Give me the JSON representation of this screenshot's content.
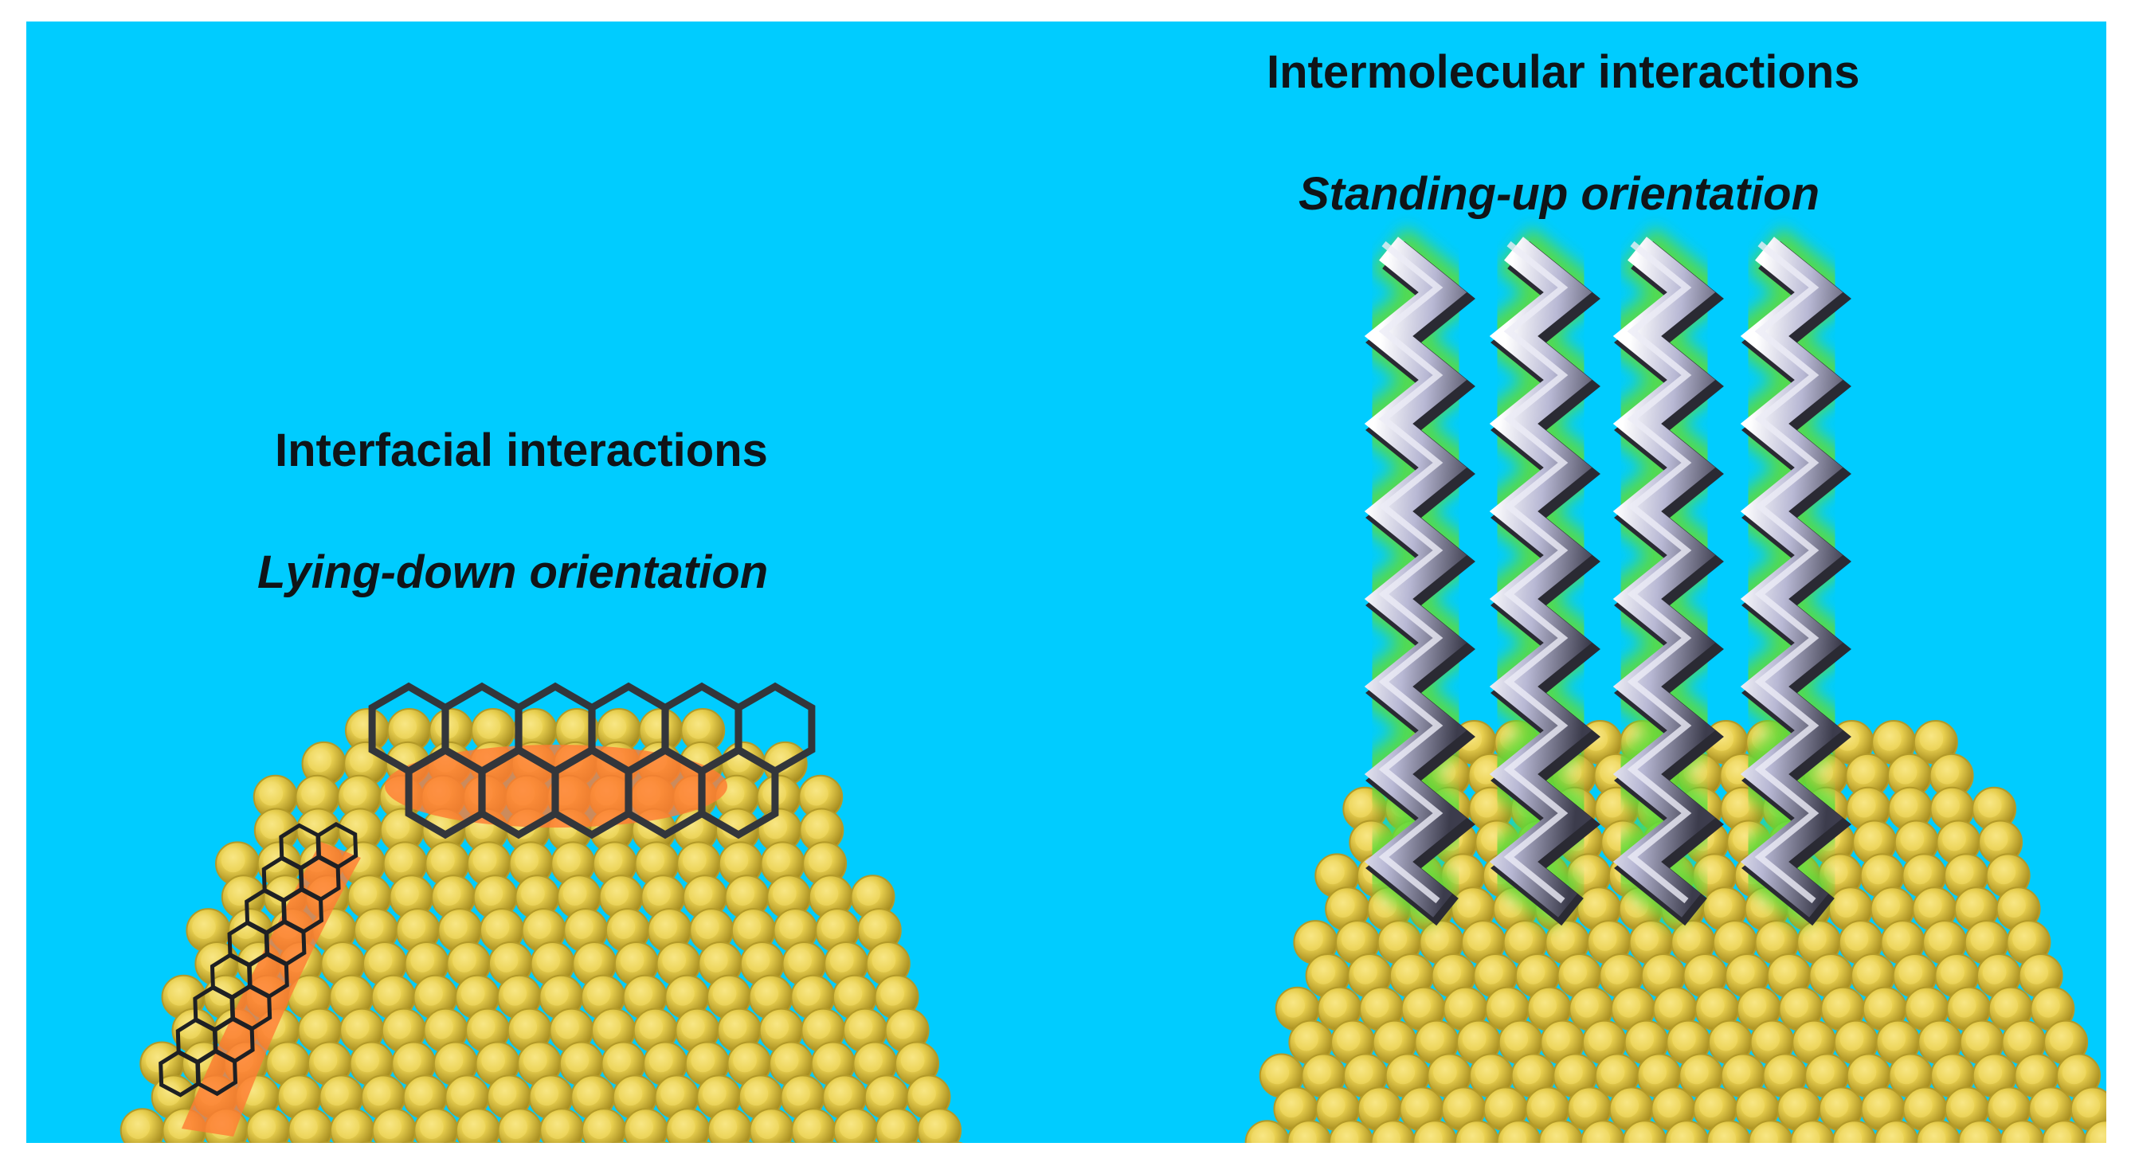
{
  "colors": {
    "background": "#00ccff",
    "gold_sphere": "#e6cc4a",
    "gold_sphere_edge": "#b39a28",
    "interface_highlight": "#ff7a33",
    "ring_stroke": "#33363b",
    "chain_glow": "#5ddc3a",
    "chain_metal": "#b8b8d4"
  },
  "left_panel": {
    "heading": "Interfacial interactions",
    "subheading": "Lying-down orientation",
    "molecule_icon": "fused-hexagon-ring-icon"
  },
  "right_panel": {
    "heading": "Intermolecular interactions",
    "subheading": "Standing-up orientation",
    "molecule_icon": "zigzag-alkyl-chain-icon",
    "chain_count": 4
  }
}
